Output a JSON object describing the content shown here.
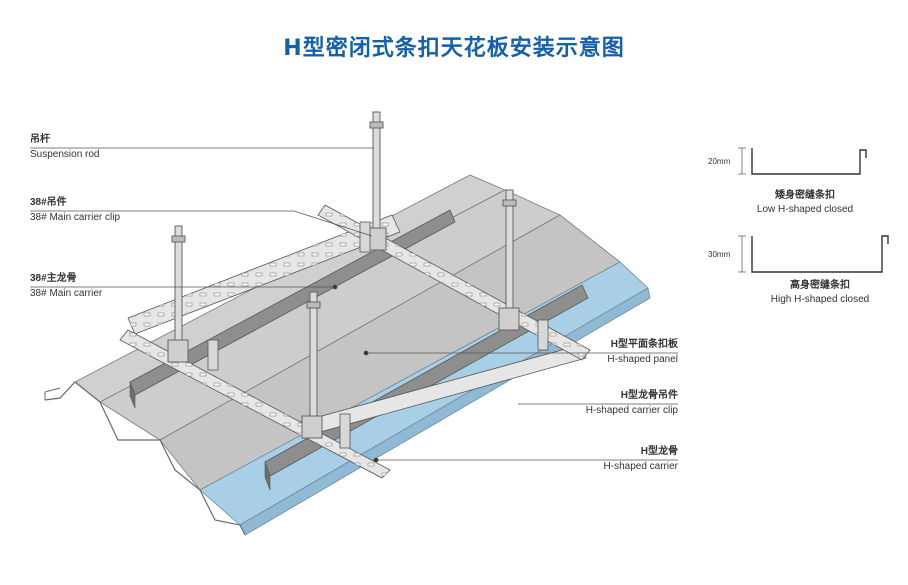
{
  "title": "H型密闭式条扣天花板安装示意图",
  "colors": {
    "title": "#1560a8",
    "panel_gray": "#c9c9c9",
    "panel_blue": "#a9cfe6",
    "metal": "#8e8e8e"
  },
  "callouts": {
    "suspension_rod": {
      "zh": "吊杆",
      "en": "Suspension rod"
    },
    "main_carrier_clip": {
      "zh": "38#吊件",
      "en": "38# Main carrier clip"
    },
    "main_carrier": {
      "zh": "38#主龙骨",
      "en": "38# Main carrier"
    },
    "h_panel": {
      "zh": "H型平面条扣板",
      "en": "H-shaped panel"
    },
    "h_carrier_clip": {
      "zh": "H型龙骨吊件",
      "en": "H-shaped carrier clip"
    },
    "h_carrier": {
      "zh": "H型龙骨",
      "en": "H-shaped carrier"
    }
  },
  "profiles": {
    "low": {
      "dimension": "20mm",
      "zh": "矮身密缝条扣",
      "en": "Low H-shaped closed"
    },
    "high": {
      "dimension": "30mm",
      "zh": "高身密缝条扣",
      "en": "High H-shaped closed"
    }
  }
}
